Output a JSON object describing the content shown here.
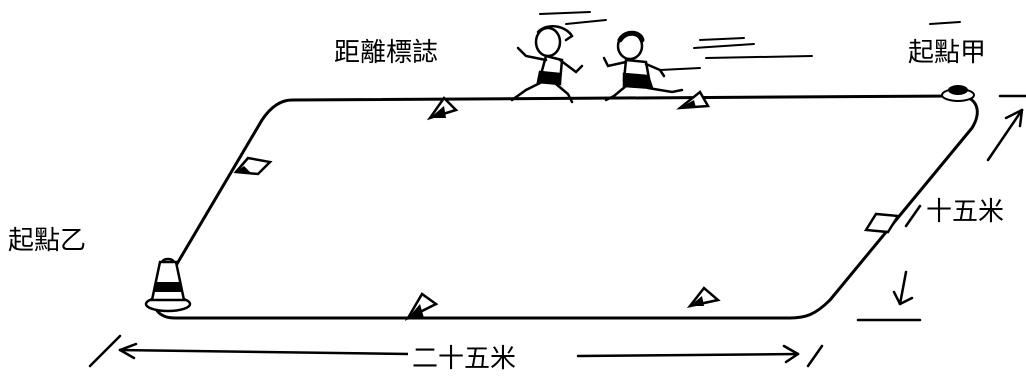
{
  "labels": {
    "distance_marker": "距離標誌",
    "start_a": "起點甲",
    "start_b": "起點乙",
    "side_length": "十五米",
    "bottom_length": "二十五米"
  }
}
